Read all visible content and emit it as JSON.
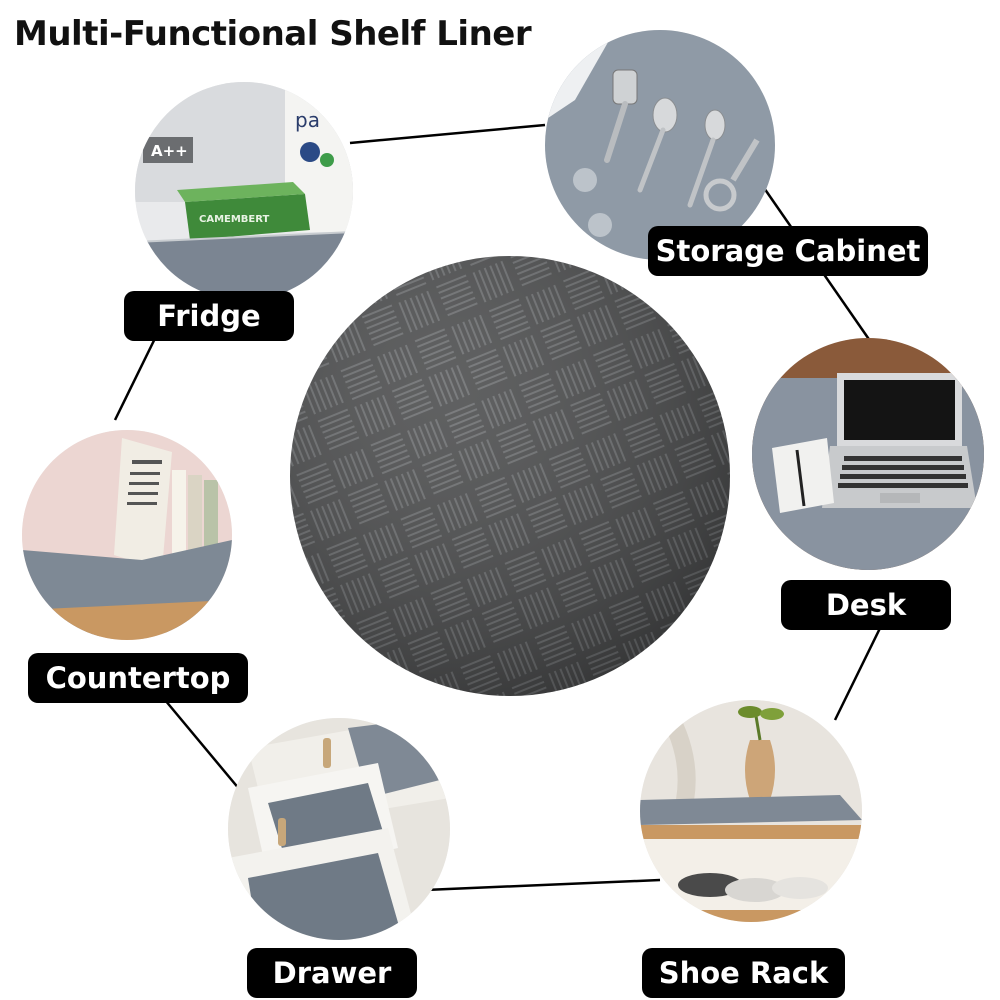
{
  "title": "Multi-Functional Shelf Liner",
  "uses": [
    {
      "label": "Fridge"
    },
    {
      "label": "Storage Cabinet"
    },
    {
      "label": "Desk"
    },
    {
      "label": "Countertop"
    },
    {
      "label": "Drawer"
    },
    {
      "label": "Shoe Rack"
    }
  ],
  "fridge_scene": {
    "badge": "A++",
    "box_brand": "CAMEMBERT",
    "carton_brand": "pa"
  },
  "colors": {
    "liner_gray": "#7b8592",
    "center_disc": "#4a4b4c",
    "pill": "#000000",
    "connector": "#000000"
  }
}
